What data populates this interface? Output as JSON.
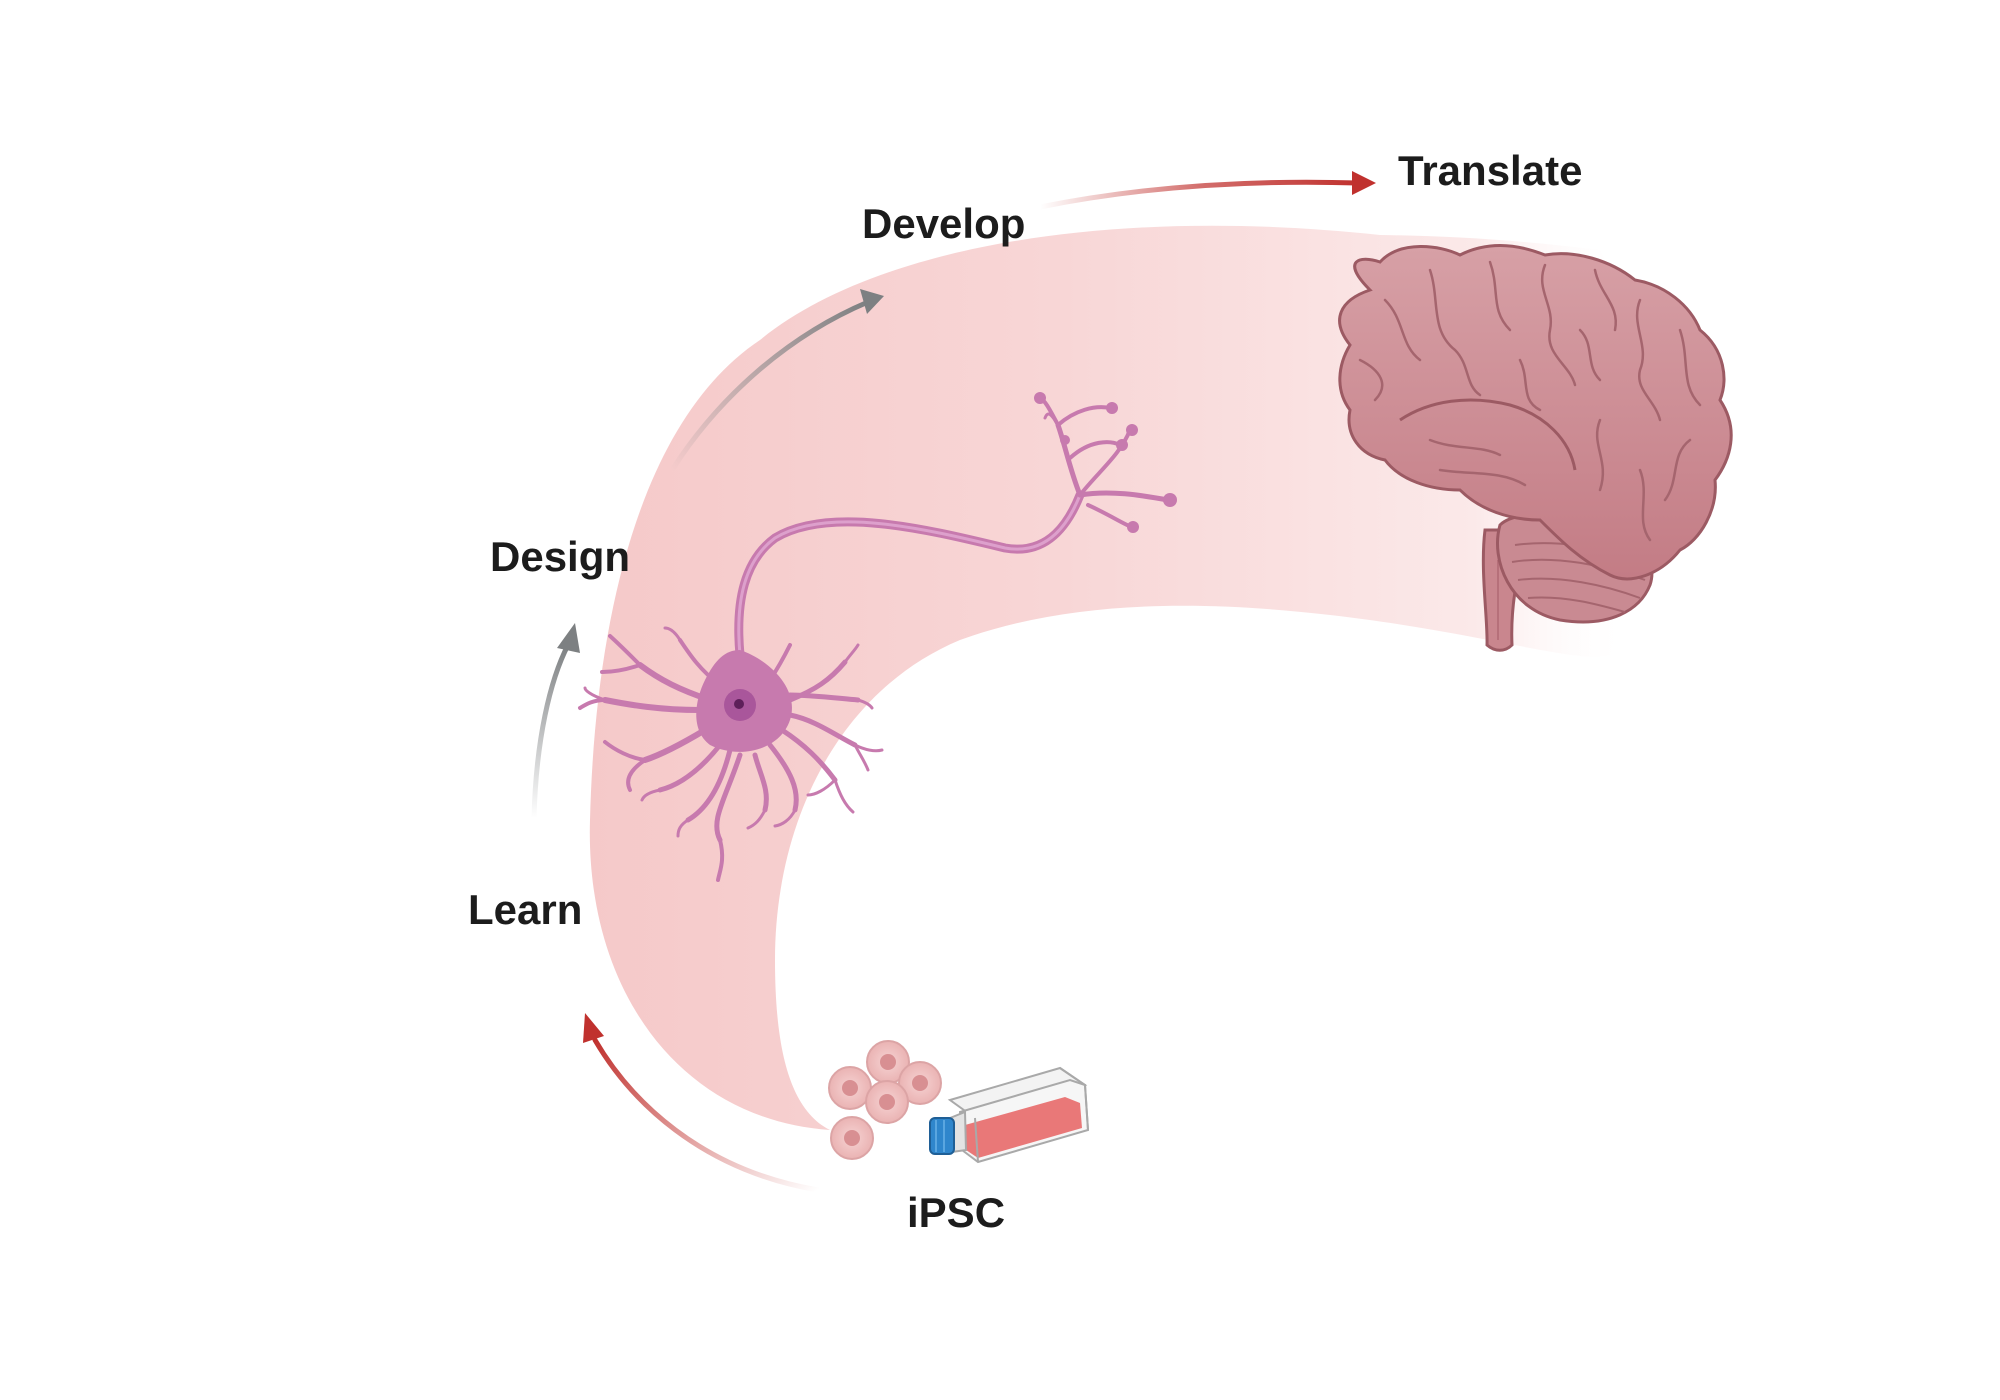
{
  "diagram": {
    "stages": {
      "translate": "Translate",
      "develop": "Develop",
      "design": "Design",
      "learn": "Learn",
      "ipsc": "iPSC"
    },
    "icons": {
      "brain": "brain-icon",
      "neuron": "neuron-icon",
      "cells": "stem-cells-icon",
      "flask": "culture-flask-icon"
    },
    "colors": {
      "band": "#f5c9c9",
      "neuron": "#c77aae",
      "neuron_nucleus": "#8e3f86",
      "brain": "#c9868e",
      "brain_dark": "#9c5a63",
      "arrow_red": "#c0312e",
      "arrow_gray": "#7d8082",
      "cell_fill": "#f1c3c3",
      "cell_nucleus": "#d88f92",
      "flask_cap": "#2f86cc",
      "flask_media": "#e86a6a",
      "text": "#1c1c1c"
    }
  }
}
